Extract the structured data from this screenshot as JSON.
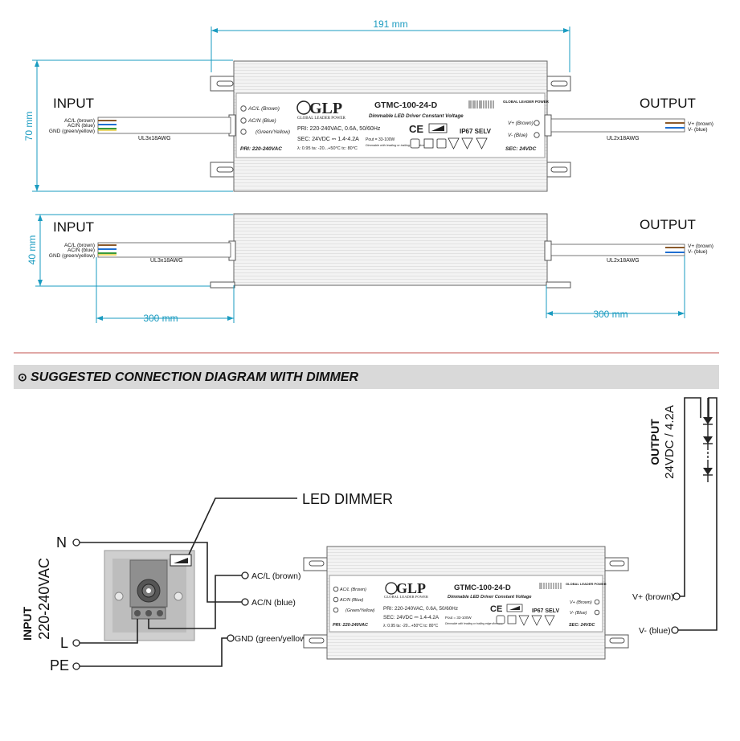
{
  "top": {
    "width_dim": "191 mm",
    "height_dim_top": "70 mm",
    "height_dim_side": "40 mm",
    "cable_in_dim": "300 mm",
    "cable_out_dim": "300 mm",
    "input_title": "INPUT",
    "output_title": "OUTPUT",
    "in_labels": [
      "AC/L (brown)",
      "AC/N (blue)",
      "GND (green/yellow)"
    ],
    "out_labels": [
      "V+ (brown)",
      "V- (blue)"
    ],
    "in_cable": "UL3x18AWG",
    "out_cable": "UL2x18AWG"
  },
  "psu": {
    "brand": "GLP",
    "brand_sub": "GLOBAL LEADER POWER",
    "model": "GTMC-100-24-D",
    "desc": "Dimmable LED Driver Constant Voltage",
    "pri": "PRI:   220-240VAC, 0.6A, 50/60Hz",
    "sec": "SEC:  24VDC ⎓ 1.4-4.2A",
    "pout": "Pout = 33-100W",
    "specs": "λ: 0.95   ta: -20...+50°C  tc: 80°C",
    "dim_note": "Dimmable with leading or trailing edge dimmers",
    "ip": "IP67 SELV",
    "ce": "CE",
    "term_in": [
      "AC/L (Brown)",
      "AC/N (Blue)",
      "(Green/Yellow)"
    ],
    "term_out": [
      "V+ (Brown)",
      "V- (Blue)"
    ],
    "pri_bottom": "PRI: 220-240VAC",
    "sec_bottom": "SEC: 24VDC",
    "corner": "GLOBAL LEADER POWER"
  },
  "section": {
    "icon": "⊙",
    "title": "SUGGESTED CONNECTION DIAGRAM WITH DIMMER"
  },
  "bottom": {
    "dimmer_label": "LED DIMMER",
    "n": "N",
    "l": "L",
    "pe": "PE",
    "input": "INPUT",
    "input_v": "220-240VAC",
    "acl": "AC/L (brown)",
    "acn": "AC/N (blue)",
    "gnd": "GND (green/yellow)",
    "vplus": "V+ (brown)",
    "vminus": "V- (blue)",
    "output": "OUTPUT",
    "output_v": "24VDC / 4.2A"
  },
  "colors": {
    "dimension": "#1a9bc0",
    "header_bg": "#d9d9d9",
    "divider": "#c0504d",
    "wire_brown": "#8b5a2b",
    "wire_blue": "#1f6fd1",
    "wire_green": "#3a9a3a",
    "wire_yellow": "#e2c21a"
  }
}
